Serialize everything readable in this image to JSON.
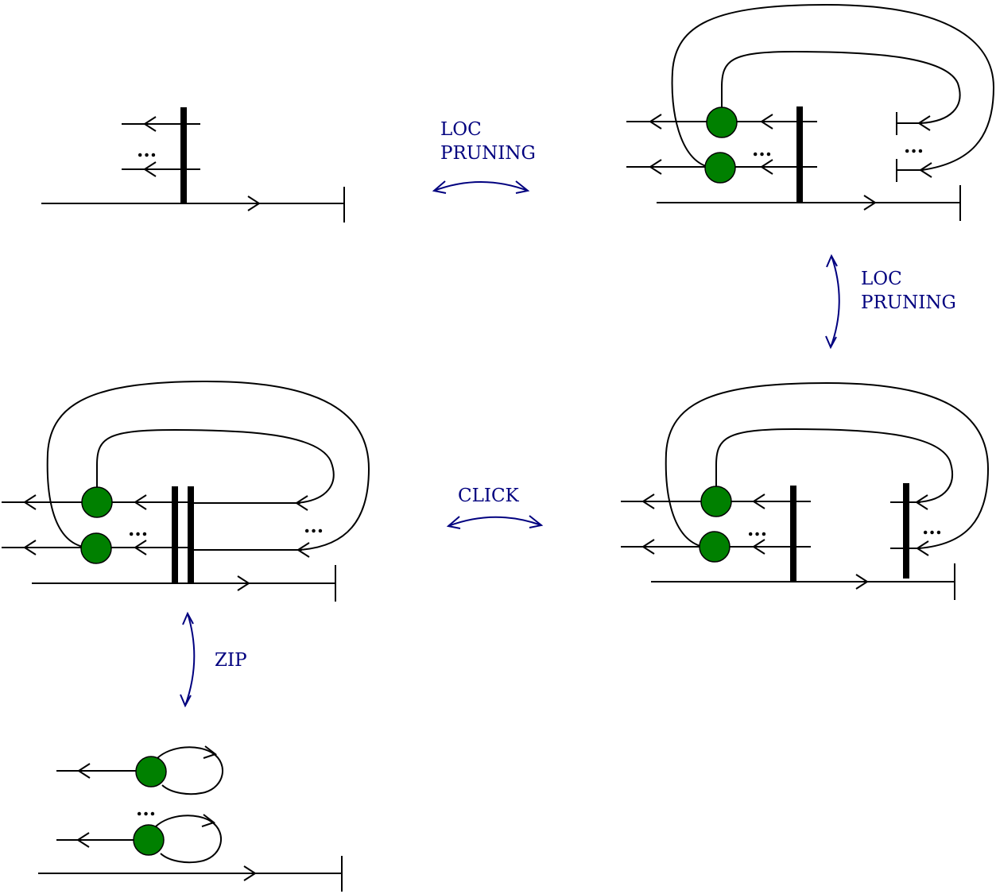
{
  "labels": {
    "loc_pruning_top_1": "LOC",
    "loc_pruning_top_2": "PRUNING",
    "loc_pruning_right_1": "LOC",
    "loc_pruning_right_2": "PRUNING",
    "click": "CLICK",
    "zip": "ZIP"
  },
  "ellipsis": "...",
  "colors": {
    "node_fill": "#008000",
    "label_blue": "#00007f",
    "stroke": "#000000"
  }
}
